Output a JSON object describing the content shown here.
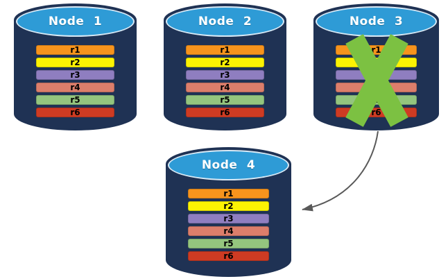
{
  "background_color": "#FFFFFF",
  "node_style": {
    "body_color": "#1F3254",
    "top_color": "#2E9BD6",
    "top_border_color": "#D9EAF6",
    "label_color": "#FFFFFF"
  },
  "nodes": [
    {
      "id": "node-1",
      "label": "Node 1",
      "failed": false,
      "records": [
        {
          "label": "r1",
          "color": "#F7941D"
        },
        {
          "label": "r2",
          "color": "#FCF303"
        },
        {
          "label": "r3",
          "color": "#8F7EC0"
        },
        {
          "label": "r4",
          "color": "#DC7E6B"
        },
        {
          "label": "r5",
          "color": "#94C57E"
        },
        {
          "label": "r6",
          "color": "#CE3B23"
        }
      ]
    },
    {
      "id": "node-2",
      "label": "Node 2",
      "failed": false,
      "records": [
        {
          "label": "r1",
          "color": "#F7941D"
        },
        {
          "label": "r2",
          "color": "#FCF303"
        },
        {
          "label": "r3",
          "color": "#8F7EC0"
        },
        {
          "label": "r4",
          "color": "#DC7E6B"
        },
        {
          "label": "r5",
          "color": "#94C57E"
        },
        {
          "label": "r6",
          "color": "#CE3B23"
        }
      ]
    },
    {
      "id": "node-3",
      "label": "Node 3",
      "failed": true,
      "records": [
        {
          "label": "r1",
          "color": "#F7941D"
        },
        {
          "label": "r2",
          "color": "#FCF303"
        },
        {
          "label": "r3",
          "color": "#8F7EC0"
        },
        {
          "label": "r4",
          "color": "#DC7E6B"
        },
        {
          "label": "r5",
          "color": "#94C57E"
        },
        {
          "label": "r6",
          "color": "#CE3B23"
        }
      ]
    },
    {
      "id": "node-4",
      "label": "Node 4",
      "failed": false,
      "records": [
        {
          "label": "r1",
          "color": "#F7941D"
        },
        {
          "label": "r2",
          "color": "#FCF303"
        },
        {
          "label": "r3",
          "color": "#8F7EC0"
        },
        {
          "label": "r4",
          "color": "#DC7E6B"
        },
        {
          "label": "r5",
          "color": "#94C57E"
        },
        {
          "label": "r6",
          "color": "#CE3B23"
        }
      ]
    }
  ],
  "failure_mark": {
    "symbol": "X",
    "color": "#7CC142",
    "on_node": "Node 3"
  },
  "replication_arrow": {
    "from": "Node 3",
    "to": "Node 4",
    "color": "#595959"
  }
}
